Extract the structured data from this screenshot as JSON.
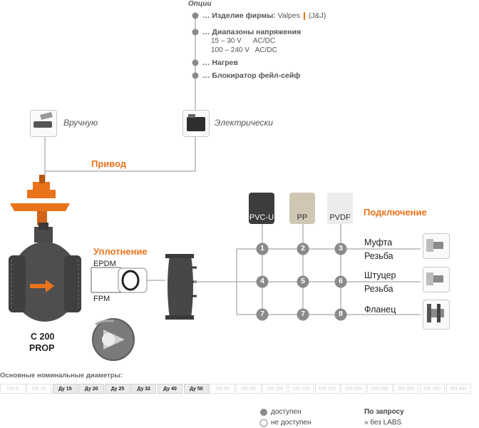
{
  "options": {
    "heading": "Опции",
    "items": [
      {
        "prefix": "… ",
        "label": "Изделие фирмы:",
        "value": "Valpes",
        "value_suffix": " (J&J)"
      },
      {
        "prefix": "… ",
        "label": "Диапазоны напряжения",
        "sub": [
          "15 – 30 V      AC/DC",
          "100 – 240 V   AC/DC"
        ]
      },
      {
        "prefix": "… ",
        "label": "Нагрев"
      },
      {
        "prefix": "… ",
        "label": "Блокиратор фейл-сейф"
      }
    ]
  },
  "actuators": {
    "manual_label": "Вручную",
    "electric_label": "Электрически",
    "title": "Привод"
  },
  "valve": {
    "name_line1": "C 200",
    "name_line2": "PROP"
  },
  "sealing": {
    "title": "Уплотнение",
    "options": [
      "EPDM",
      "FPM"
    ]
  },
  "materials": [
    {
      "label": "PVC-U",
      "bg": "#3d3d3d",
      "fg": "#ffffff"
    },
    {
      "label": "PP",
      "bg": "#cfc6b4",
      "fg": "#333333"
    },
    {
      "label": "PVDF",
      "bg": "#ececec",
      "fg": "#333333"
    }
  ],
  "connection": {
    "title": "Подключение",
    "rows": [
      {
        "labels": [
          "Муфта",
          "Резьба"
        ],
        "nodes": [
          "1",
          "2",
          "3"
        ]
      },
      {
        "labels": [
          "Штуцер",
          "Резьба"
        ],
        "nodes": [
          "4",
          "5",
          "6"
        ]
      },
      {
        "labels": [
          "Фланец"
        ],
        "nodes": [
          "7",
          "7",
          "8"
        ]
      }
    ]
  },
  "nominal": {
    "heading": "Основные номинальные диаметры:",
    "sizes": [
      {
        "label": "DN 6",
        "available": false
      },
      {
        "label": "DN 10",
        "available": false
      },
      {
        "label": "Ду 15",
        "available": true
      },
      {
        "label": "Ду 20",
        "available": true
      },
      {
        "label": "Ду 25",
        "available": true
      },
      {
        "label": "Ду 32",
        "available": true
      },
      {
        "label": "Ду 40",
        "available": true
      },
      {
        "label": "Ду 50",
        "available": true
      },
      {
        "label": "DN 65",
        "available": false
      },
      {
        "label": "DN 80",
        "available": false
      },
      {
        "label": "DN 100",
        "available": false
      },
      {
        "label": "DN 125",
        "available": false
      },
      {
        "label": "DN 150",
        "available": false
      },
      {
        "label": "DN 200",
        "available": false
      },
      {
        "label": "DN 250",
        "available": false
      },
      {
        "label": "DN 300",
        "available": false
      },
      {
        "label": "DN 350",
        "available": false
      },
      {
        "label": "DN 400",
        "available": false
      }
    ]
  },
  "legend": {
    "available": "доступен",
    "not_available": "не доступен",
    "on_request_title": "По запросу",
    "on_request_item": "» без LABS"
  },
  "colors": {
    "accent": "#e8731c",
    "node": "#8a8a8a",
    "line": "#b5b5b5",
    "body": "#4a4a4a"
  }
}
